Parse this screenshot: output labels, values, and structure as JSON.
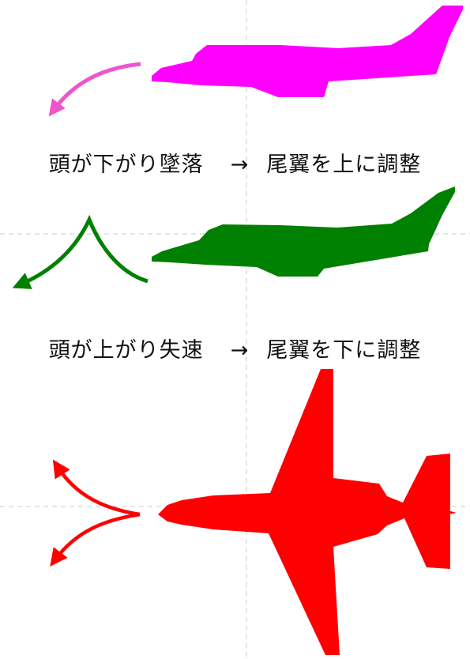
{
  "colors": {
    "dive": "#ff00ff",
    "dive_arrow": "#ee55cc",
    "stall": "#008000",
    "yaw": "#ff0000",
    "guide": "#c9c9c9"
  },
  "scenarios": [
    {
      "problem": "頭が下がり墜落",
      "arrow": "→",
      "fix": "尾翼を上に調整",
      "icon": "plane-side-icon"
    },
    {
      "problem": "頭が上がり失速",
      "arrow": "→",
      "fix": "尾翼を下に調整",
      "icon": "plane-side-icon"
    },
    {
      "icon": "plane-top-icon"
    }
  ]
}
